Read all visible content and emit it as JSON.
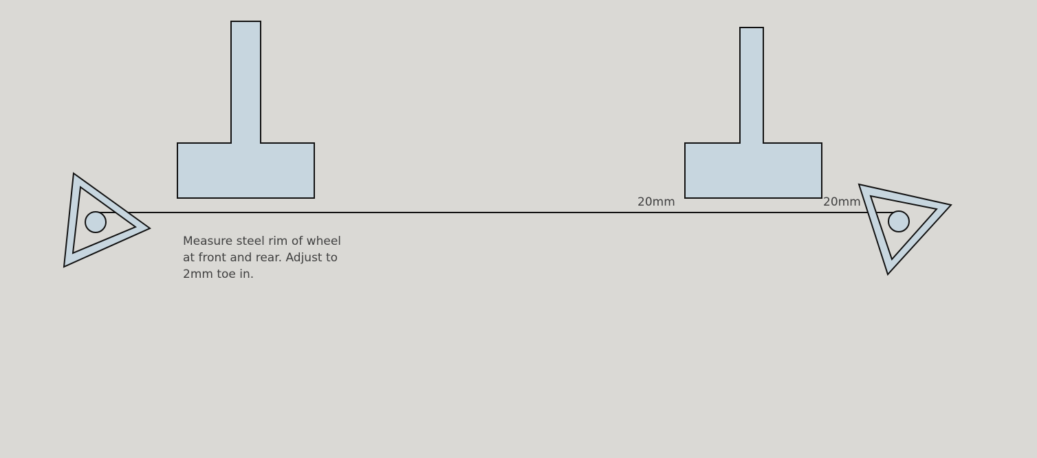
{
  "annotations": {
    "note_lines": [
      "Measure steel rim of wheel",
      "at front and rear. Adjust to",
      "2mm toe in."
    ],
    "dimension_front": "20mm",
    "dimension_rear": "20mm"
  },
  "colors": {
    "background": "#dad9d5",
    "part_fill": "#c7d6df",
    "outline": "#111111",
    "text": "#3f3f3f"
  }
}
